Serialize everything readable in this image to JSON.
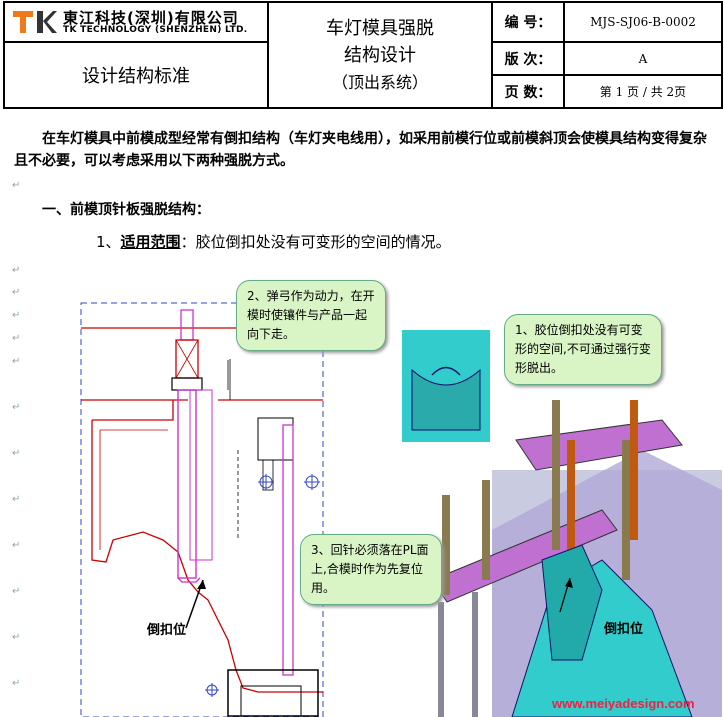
{
  "header": {
    "logo_cn": "東江科技(深圳)有限公司",
    "logo_en": "TK TECHNOLOGY (SHENZHEN) LTD.",
    "standard": "设计结构标准",
    "title_line1": "车灯模具强脱",
    "title_line2": "结构设计",
    "title_line3": "（顶出系统）",
    "fields": [
      {
        "label": "编  号：",
        "value": "MJS-SJ06-B-0002"
      },
      {
        "label": "版  次：",
        "value": "A"
      },
      {
        "label": "页  数：",
        "value": "第 1 页 / 共 2页"
      }
    ],
    "colors": {
      "logo_orange": "#f07a1a",
      "logo_dark": "#333333"
    }
  },
  "body": {
    "intro": "在车灯模具中前模成型经常有倒扣结构（车灯夹电线用），如采用前模行位或前模斜顶会使模具结构变得复杂且不必要，可以考虑采用以下两种强脱方式。",
    "section_1": "一、前模顶针板强脱结构：",
    "item_1_num": "1、",
    "item_1_label": "适用范围",
    "item_1_text": "：胶位倒扣处没有可变形的空间的情况。"
  },
  "figure": {
    "callout_1": "2、弹弓作为动力，在开模时使镶件与产品一起向下走。",
    "callout_2": "1、胶位倒扣处没有可变形的空间,不可通过强行变形脱出。",
    "callout_3": "3、回针必须落在PL面上,合模时作为先复位用。",
    "undercut_left": "倒扣位",
    "undercut_right": "倒扣位",
    "colors": {
      "callout_bg": "#d9f5c6",
      "cad_red": "#cc0000",
      "cad_magenta": "#cc33cc",
      "cad_blue": "#3333cc",
      "model_cyan": "#33cccc",
      "model_purple": "#c070d0"
    }
  },
  "watermark": "www.meiyadesign.com"
}
